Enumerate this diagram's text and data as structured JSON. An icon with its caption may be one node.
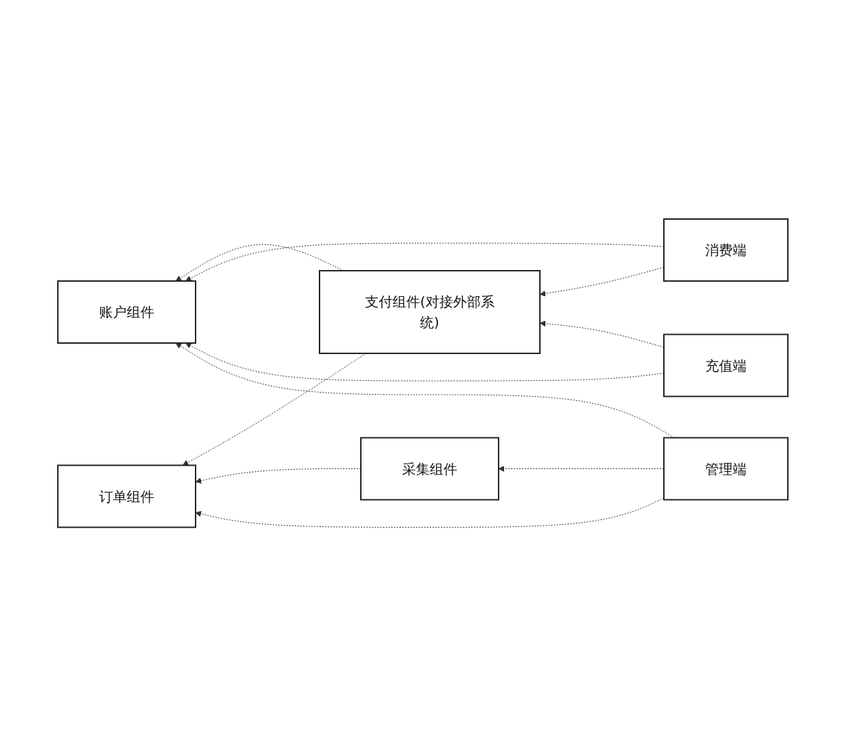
{
  "diagram": {
    "nodes": [
      {
        "text": [
          "账户组件"
        ]
      },
      {
        "text": [
          "支付组件(对接外部系统)"
        ]
      },
      {
        "text": [
          "订单组件"
        ]
      },
      {
        "text": [
          "采集组件"
        ]
      },
      {
        "text": [
          "消费端"
        ]
      },
      {
        "text": [
          "充值端"
        ]
      },
      {
        "text": [
          "管理端"
        ]
      }
    ],
    "edges": [
      {
        "from": 1,
        "to": 0,
        "arrow": "to",
        "style": "dashed"
      },
      {
        "from": 1,
        "to": 2,
        "arrow": "to",
        "style": "dashed"
      },
      {
        "from": 3,
        "to": 2,
        "arrow": "to",
        "style": "dashed"
      },
      {
        "from": 4,
        "to": 0,
        "arrow": "to",
        "style": "dashed"
      },
      {
        "from": 4,
        "to": 1,
        "arrow": "to",
        "style": "dashed"
      },
      {
        "from": 5,
        "to": 0,
        "arrow": "to",
        "style": "dashed"
      },
      {
        "from": 5,
        "to": 1,
        "arrow": "to",
        "style": "dashed"
      },
      {
        "from": 6,
        "to": 0,
        "arrow": "to",
        "style": "dashed"
      },
      {
        "from": 6,
        "to": 2,
        "arrow": "to",
        "style": "dashed"
      },
      {
        "from": 6,
        "to": 3,
        "arrow": "to",
        "style": "dashed"
      }
    ]
  }
}
